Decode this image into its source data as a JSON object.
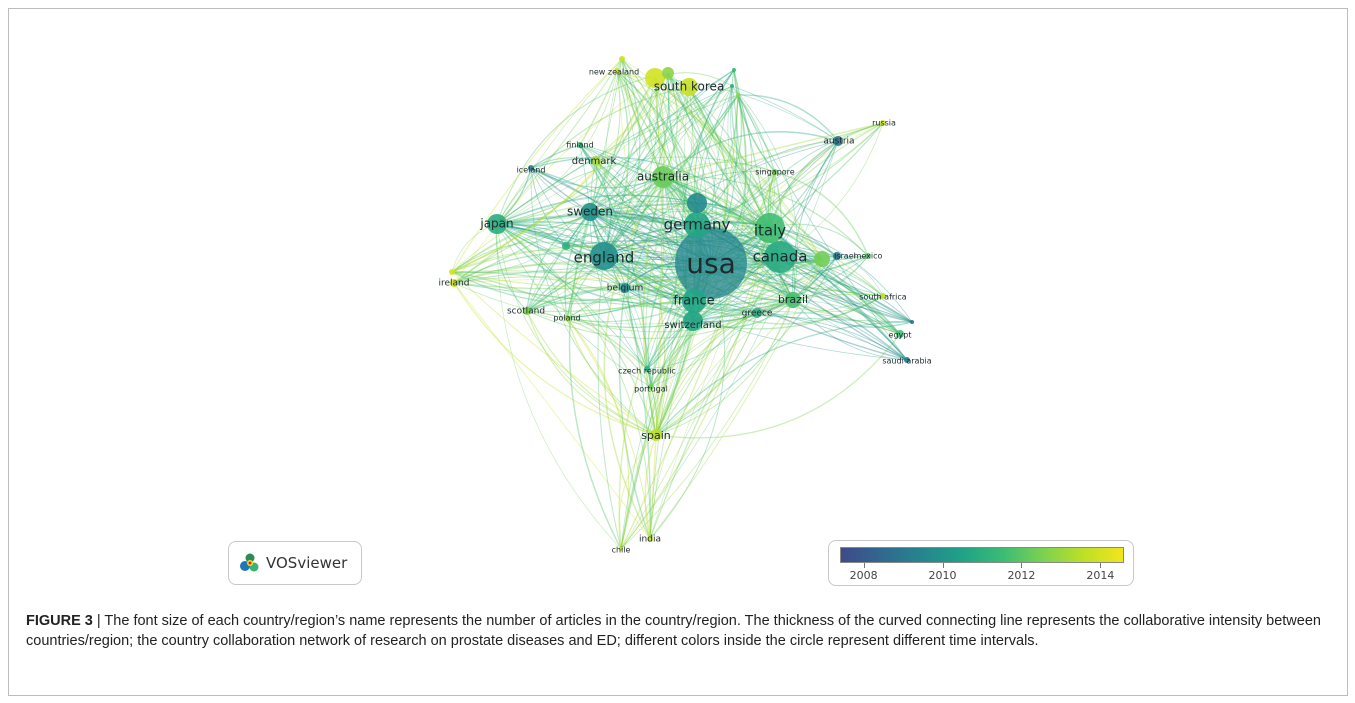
{
  "network": {
    "nodes": [
      {
        "name": "usa",
        "cls": "n-usa",
        "year": 2009.5,
        "r": 36,
        "fs": 28
      },
      {
        "name": "germany",
        "cls": "n-germany",
        "year": 2010.6,
        "r": 13,
        "fs": 15
      },
      {
        "name": "italy",
        "cls": "n-italy",
        "year": 2011.6,
        "r": 15,
        "fs": 15
      },
      {
        "name": "canada",
        "cls": "n-canada",
        "year": 2010.8,
        "r": 16,
        "fs": 15
      },
      {
        "name": "england",
        "cls": "n-england",
        "year": 2009.8,
        "r": 14,
        "fs": 15
      },
      {
        "name": "france",
        "cls": "n-france",
        "year": 2010.6,
        "r": 12,
        "fs": 13
      },
      {
        "name": "japan",
        "cls": "n-japan",
        "year": 2010.9,
        "r": 10,
        "fs": 12
      },
      {
        "name": "sweden",
        "cls": "n-sweden",
        "year": 2009.9,
        "r": 9,
        "fs": 12
      },
      {
        "name": "australia",
        "cls": "n-australia",
        "year": 2012.3,
        "r": 11,
        "fs": 12
      },
      {
        "name": "south korea",
        "cls": "n-south-korea",
        "year": 2013.8,
        "r": 9,
        "fs": 12
      },
      {
        "name": "switzerland",
        "cls": "n-switzerland",
        "year": 2010.6,
        "r": 10,
        "fs": 10
      },
      {
        "name": "brazil",
        "cls": "n-brazil",
        "year": 2011.7,
        "r": 8,
        "fs": 11
      },
      {
        "name": "spain",
        "cls": "n-spain",
        "year": 2013.6,
        "r": 6,
        "fs": 11
      },
      {
        "name": "denmark",
        "cls": "n-denmark",
        "year": 2013.2,
        "r": 5,
        "fs": 10
      },
      {
        "name": "greece",
        "cls": "n-greece",
        "year": 2011.0,
        "r": 5,
        "fs": 9
      },
      {
        "name": "belgium",
        "cls": "n-belgium",
        "year": 2009.6,
        "r": 5,
        "fs": 9
      },
      {
        "name": "ireland",
        "cls": "n-ireland",
        "year": 2013.9,
        "r": 4,
        "fs": 9
      },
      {
        "name": "scotland",
        "cls": "n-scotland",
        "year": 2012.6,
        "r": 4,
        "fs": 9
      },
      {
        "name": "poland",
        "cls": "n-poland",
        "year": 2013.3,
        "r": 3,
        "fs": 8
      },
      {
        "name": "israel",
        "cls": "n-israel",
        "year": 2009.0,
        "r": 4,
        "fs": 8
      },
      {
        "name": "mexico",
        "cls": "n-mexico",
        "year": 2012.0,
        "r": 3,
        "fs": 8
      },
      {
        "name": "austria",
        "cls": "n-austria",
        "year": 2008.8,
        "r": 5,
        "fs": 9
      },
      {
        "name": "russia",
        "cls": "n-russia",
        "year": 2014.0,
        "r": 3,
        "fs": 8
      },
      {
        "name": "singapore",
        "cls": "n-singapore",
        "year": 2012.5,
        "r": 3,
        "fs": 8
      },
      {
        "name": "finland",
        "cls": "n-finland",
        "year": 2011.4,
        "r": 3,
        "fs": 8
      },
      {
        "name": "iceland",
        "cls": "n-iceland",
        "year": 2009.2,
        "r": 3,
        "fs": 8
      },
      {
        "name": "new zealand",
        "cls": "n-new-zealand",
        "year": 2013.7,
        "r": 3,
        "fs": 8
      },
      {
        "name": "south africa",
        "cls": "n-south-africa",
        "year": 2013.6,
        "r": 3,
        "fs": 8
      },
      {
        "name": "egypt",
        "cls": "n-egypt",
        "year": 2011.6,
        "r": 4,
        "fs": 8
      },
      {
        "name": "saudi arabia",
        "cls": "n-saudi-arabia",
        "year": 2009.0,
        "r": 3,
        "fs": 8
      },
      {
        "name": "czech republic",
        "cls": "n-czech-republic",
        "year": 2011.0,
        "r": 3,
        "fs": 8
      },
      {
        "name": "portugal",
        "cls": "n-portugal",
        "year": 2012.4,
        "r": 3,
        "fs": 8
      },
      {
        "name": "india",
        "cls": "n-india",
        "year": 2013.8,
        "r": 3,
        "fs": 9
      },
      {
        "name": "chile",
        "cls": "n-chile",
        "year": 2013.9,
        "r": 2,
        "fs": 8
      }
    ],
    "extra_nodes": [
      {
        "cls": "b-korea1",
        "year": 2014.0,
        "r": 10
      },
      {
        "cls": "b-korea2",
        "year": 2012.8,
        "r": 6
      },
      {
        "cls": "b-top",
        "year": 2013.8,
        "r": 3
      },
      {
        "cls": "b-top2",
        "year": 2011.3,
        "r": 2
      },
      {
        "cls": "b-top3",
        "year": 2012.9,
        "r": 2
      },
      {
        "cls": "b-top4",
        "year": 2011.0,
        "r": 2
      },
      {
        "cls": "b-egypt2",
        "year": 2008.6,
        "r": 2
      },
      {
        "cls": "b-germ2",
        "year": 2009.6,
        "r": 10
      },
      {
        "cls": "b-mid",
        "year": 2011.0,
        "r": 4
      },
      {
        "cls": "b-israel2",
        "year": 2012.4,
        "r": 8
      },
      {
        "cls": "b-ireland2",
        "year": 2014.0,
        "r": 3
      }
    ],
    "colormap": [
      "#3f4a8a",
      "#31688e",
      "#25858e",
      "#1fa287",
      "#3bbb75",
      "#7ad151",
      "#bddf26",
      "#f2e51e"
    ]
  },
  "logo": {
    "text": "VOSviewer"
  },
  "color_scale": {
    "min_year": 2007.4,
    "max_year": 2014.6,
    "ticks": [
      "2008",
      "2010",
      "2012",
      "2014"
    ],
    "tick_years": [
      2008,
      2010,
      2012,
      2014
    ],
    "colors": [
      "#3f4a8a",
      "#31688e",
      "#25858e",
      "#1fa287",
      "#3bbb75",
      "#7ad151",
      "#bddf26",
      "#f2e51e"
    ]
  },
  "caption": {
    "label": "FIGURE 3",
    "text": " | The font size of each country/region’s name represents the number of articles in the country/region. The thickness of the curved connecting line represents the collaborative intensity between countries/region; the country collaboration network of research on prostate diseases and ED; different colors inside the circle represent different time intervals."
  }
}
